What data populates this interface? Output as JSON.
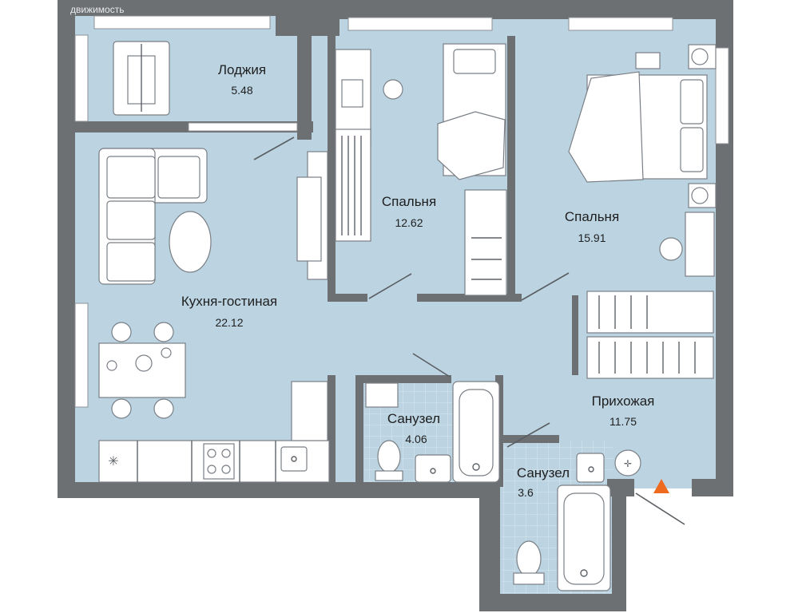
{
  "watermark": "движимость",
  "rooms": {
    "loggia": {
      "name": "Лоджия",
      "area": "5.48"
    },
    "bedroom1": {
      "name": "Спальня",
      "area": "12.62"
    },
    "bedroom2": {
      "name": "Спальня",
      "area": "15.91"
    },
    "kitchen": {
      "name": "Кухня-гостиная",
      "area": "22.12"
    },
    "hallway": {
      "name": "Прихожая",
      "area": "11.75"
    },
    "bath1": {
      "name": "Санузел",
      "area": "4.06"
    },
    "bath2": {
      "name": "Санузел",
      "area": "3.6"
    }
  },
  "colors": {
    "floor": "#bcd4e2",
    "wall": "#6d7073",
    "tile_grid": "#d8e8f1",
    "entrance_marker": "#ee6a1e"
  },
  "icons": [
    "entrance-arrow-icon",
    "hob-icon",
    "sink-icon",
    "toilet-icon",
    "bathtub-icon",
    "bed-icon",
    "sofa-icon",
    "wardrobe-icon",
    "desk-icon",
    "air-conditioner-icon",
    "dining-table-icon",
    "exercise-machine-icon"
  ]
}
